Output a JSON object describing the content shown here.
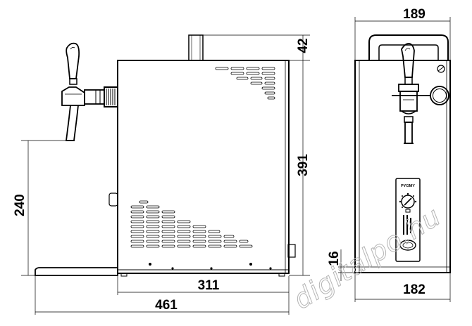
{
  "dimensions": {
    "left_view": {
      "height_total": "391",
      "top_connector": "42",
      "tap_height": "240",
      "base_depth": "311",
      "overall_depth": "461"
    },
    "right_view": {
      "top_width": "189",
      "bottom_width": "182",
      "foot_height": "16"
    }
  },
  "front_panel": {
    "label": "PYGMY"
  },
  "watermark": {
    "text": "digitalpo.hu"
  }
}
